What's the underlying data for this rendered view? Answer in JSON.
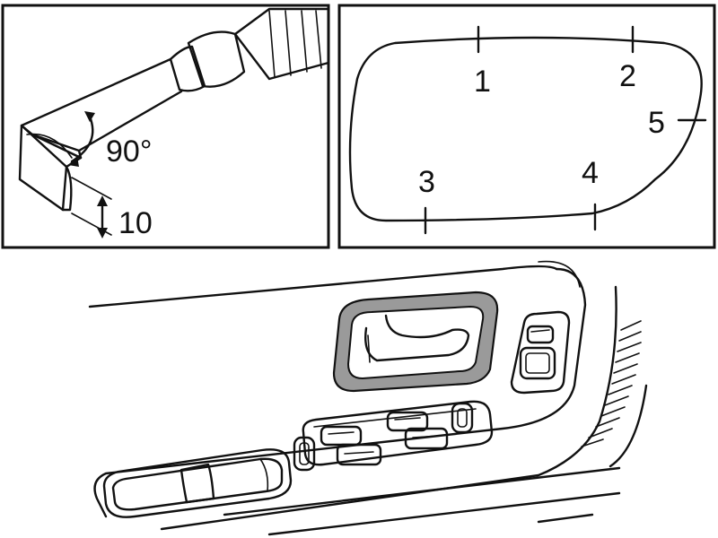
{
  "tool_panel": {
    "angle_label": "90°",
    "length_label": "10"
  },
  "mirror_panel": {
    "points": [
      "1",
      "2",
      "3",
      "4",
      "5"
    ]
  },
  "colors": {
    "line": "#111111",
    "highlight": "#999999",
    "background": "#ffffff"
  },
  "icons": {
    "rotation": "curved-arrow-icon",
    "dimension": "double-arrow-icon"
  }
}
